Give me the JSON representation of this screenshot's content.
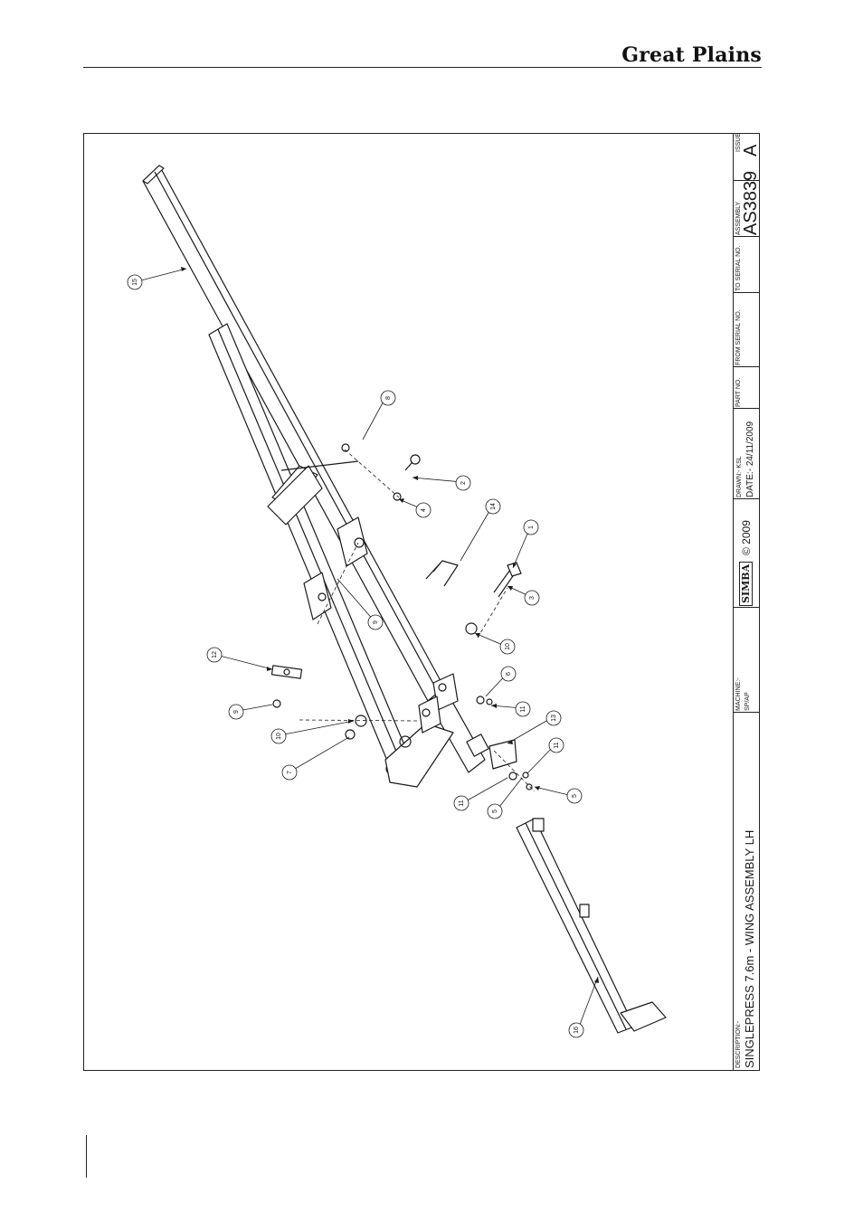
{
  "header": {
    "brand": "Great Plains"
  },
  "title_block": {
    "description_label": "DESCRIPTION:-",
    "description": "SINGLEPRESS 7.6m - WING ASSEMBLY LH",
    "machine_label": "MACHINE:-",
    "machine": "SP/AP",
    "logo_text": "SIMBA",
    "copyright": "© 2009",
    "drawn": "DRAWN:-  KSL",
    "date": "DATE:-  24/11/2009",
    "part_no_label": "PART NO.",
    "from_serial_label": "FROM SERIAL NO.",
    "to_serial_label": "TO SERIAL NO.",
    "assembly_label": "ASSEMBLY",
    "assembly": "AS3839",
    "issue_label": "ISSUE",
    "issue": "A"
  },
  "callouts": [
    "15",
    "8",
    "2",
    "4",
    "14",
    "1",
    "3",
    "9",
    "10",
    "6",
    "11",
    "13",
    "12",
    "9",
    "10",
    "7",
    "11",
    "5",
    "5",
    "11",
    "16"
  ]
}
